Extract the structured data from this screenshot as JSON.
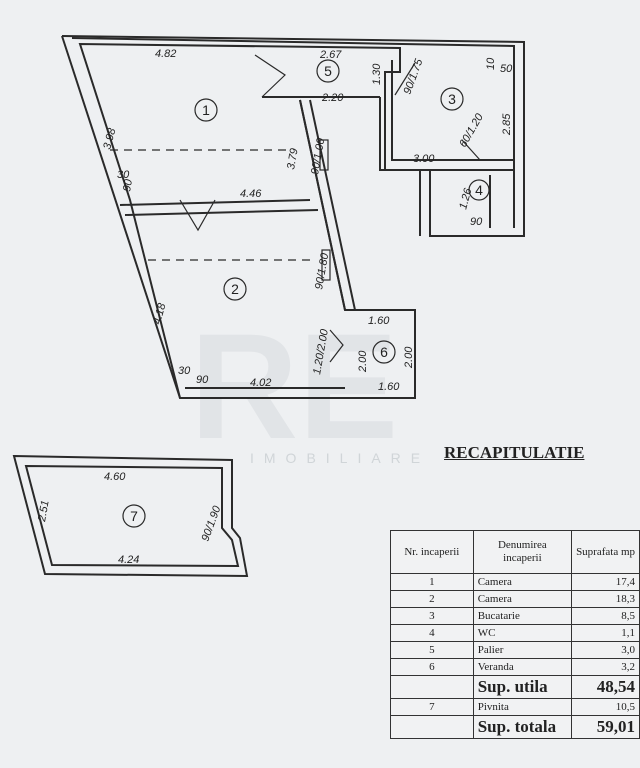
{
  "plan": {
    "rooms": [
      "1",
      "2",
      "3",
      "4",
      "5",
      "6",
      "7"
    ],
    "dims": {
      "r1_top": "4.82",
      "r1_left": "3.98",
      "r1_bottom": "4.46",
      "r1_right": "3.79",
      "door1": "90/1.00",
      "r5_top": "2.67",
      "r5_bottom": "2.20",
      "r5_side": "1.30",
      "door5": "90/1.75",
      "r3_right": "2.85",
      "r3_bottom": "3.00",
      "r3_corner": "50",
      "r3_corner2": "10",
      "door3": "60/1.20",
      "r4_side": "1.26",
      "r4_bottom": "90",
      "r1_sill_a": "30",
      "r1_sill_b": "90",
      "r2_left": "4.18",
      "r2_bottom": "4.02",
      "door2": "90/1.80",
      "r2_sill_a": "30",
      "r2_sill_b": "90",
      "r6_top": "1.60",
      "r6_bottom": "1.60",
      "r6_right": "2.00",
      "r6_left": "2.00",
      "door6": "1.20/2.00",
      "r7_top": "4.60",
      "r7_bottom": "4.24",
      "r7_left": "2.51",
      "door7": "90/1.90"
    }
  },
  "recap": {
    "title": "RECAPITULATIE",
    "headers": [
      "Nr. incaperii",
      "Denumirea incaperii",
      "Suprafata mp"
    ],
    "rows": [
      {
        "nr": "1",
        "name": "Camera",
        "area": "17,4"
      },
      {
        "nr": "2",
        "name": "Camera",
        "area": "18,3"
      },
      {
        "nr": "3",
        "name": "Bucatarie",
        "area": "8,5"
      },
      {
        "nr": "4",
        "name": "WC",
        "area": "1,1"
      },
      {
        "nr": "5",
        "name": "Palier",
        "area": "3,0"
      },
      {
        "nr": "6",
        "name": "Veranda",
        "area": "3,2"
      }
    ],
    "sup_utila_label": "Sup. utila",
    "sup_utila": "48,54",
    "row7": {
      "nr": "7",
      "name": "Pivnita",
      "area": "10,5"
    },
    "sup_totala_label": "Sup. totala",
    "sup_totala": "59,01"
  },
  "watermark": {
    "logo": "RE",
    "text": "IMOBILIARE"
  }
}
